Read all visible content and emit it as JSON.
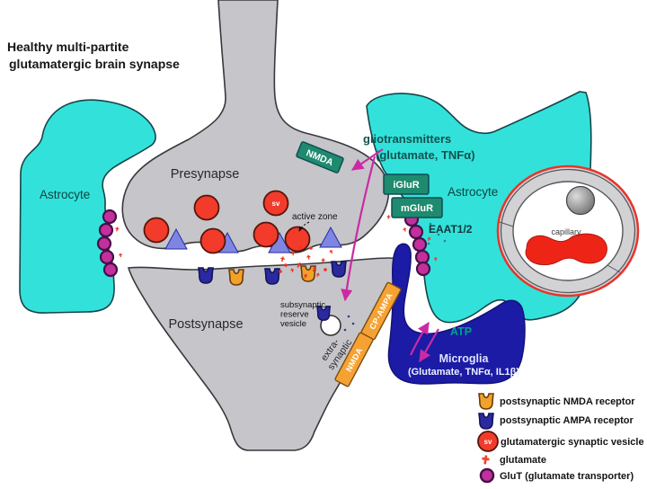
{
  "diagram_title": {
    "line1": "Healthy multi-partite",
    "line2": "glutamatergic brain synapse"
  },
  "cells": {
    "astrocyte_left": "Astrocyte",
    "astrocyte_right": "Astrocyte",
    "presynapse": "Presynapse",
    "postsynapse": "Postsynapse",
    "microglia_name": "Microglia",
    "microglia_secretions": "(Glutamate, TNFα, IL1β)",
    "capillary": "capillary"
  },
  "annotations": {
    "gliotransmitters_line1": "gliotransmitters",
    "gliotransmitters_line2": "(glutamate, TNFα)",
    "active_zone": "active zone",
    "sv": "sv",
    "subsynaptic_line1": "subsynaptic",
    "subsynaptic_line2": "reserve",
    "subsynaptic_line3": "vesicle",
    "extrasynaptic_line1": "extra-",
    "extrasynaptic_line2": "synaptic",
    "atp": "ATP",
    "eaat": "EAAT1/2"
  },
  "receptor_boxes": {
    "presynaptic_nmda": "NMDA",
    "iglur": "iGluR",
    "mglur": "mGluR",
    "extrasynaptic_nmda": "NMDA",
    "extrasynaptic_cpampa": "CP-AMPA"
  },
  "legend": {
    "items": [
      {
        "icon": "nmda-receptor-icon",
        "label": "postsynaptic NMDA receptor"
      },
      {
        "icon": "ampa-receptor-icon",
        "label": "postsynaptic AMPA receptor"
      },
      {
        "icon": "synaptic-vesicle-icon",
        "icon_text": "sv",
        "label": "glutamatergic synaptic vesicle"
      },
      {
        "icon": "glutamate-icon",
        "label": "glutamate"
      },
      {
        "icon": "glut-transporter-icon",
        "label": "GluT (glutamate transporter)"
      }
    ]
  },
  "colors": {
    "astrocyte_cyan": "#32e2da",
    "neuron_gray": "#c6c5c9",
    "microglia_blue": "#1b1ba5",
    "vesicle_red": "#f23b2b",
    "nmda_receptor_orange": "#f2a129",
    "ampa_receptor_blue": "#2a2a9e",
    "glut_magenta": "#c3309b",
    "receptor_box_green": "#1e8a6e",
    "extrasynaptic_box_orange": "#f6a233",
    "arrow_magenta": "#cb2aa4",
    "capillary_red": "#ee2417"
  }
}
